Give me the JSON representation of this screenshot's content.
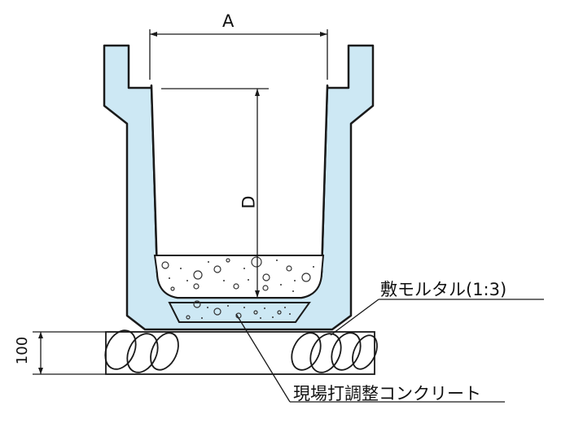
{
  "labels": {
    "width_dim": "A",
    "depth_dim": "D",
    "base_thickness": "100",
    "mortar": "敷モルタル(1:3)",
    "adjust_concrete": "現場打調整コンクリート"
  },
  "colors": {
    "gutter_fill": "#cde8f4",
    "outline": "#1a1a1a",
    "mortar_fill": "#ffffff"
  }
}
